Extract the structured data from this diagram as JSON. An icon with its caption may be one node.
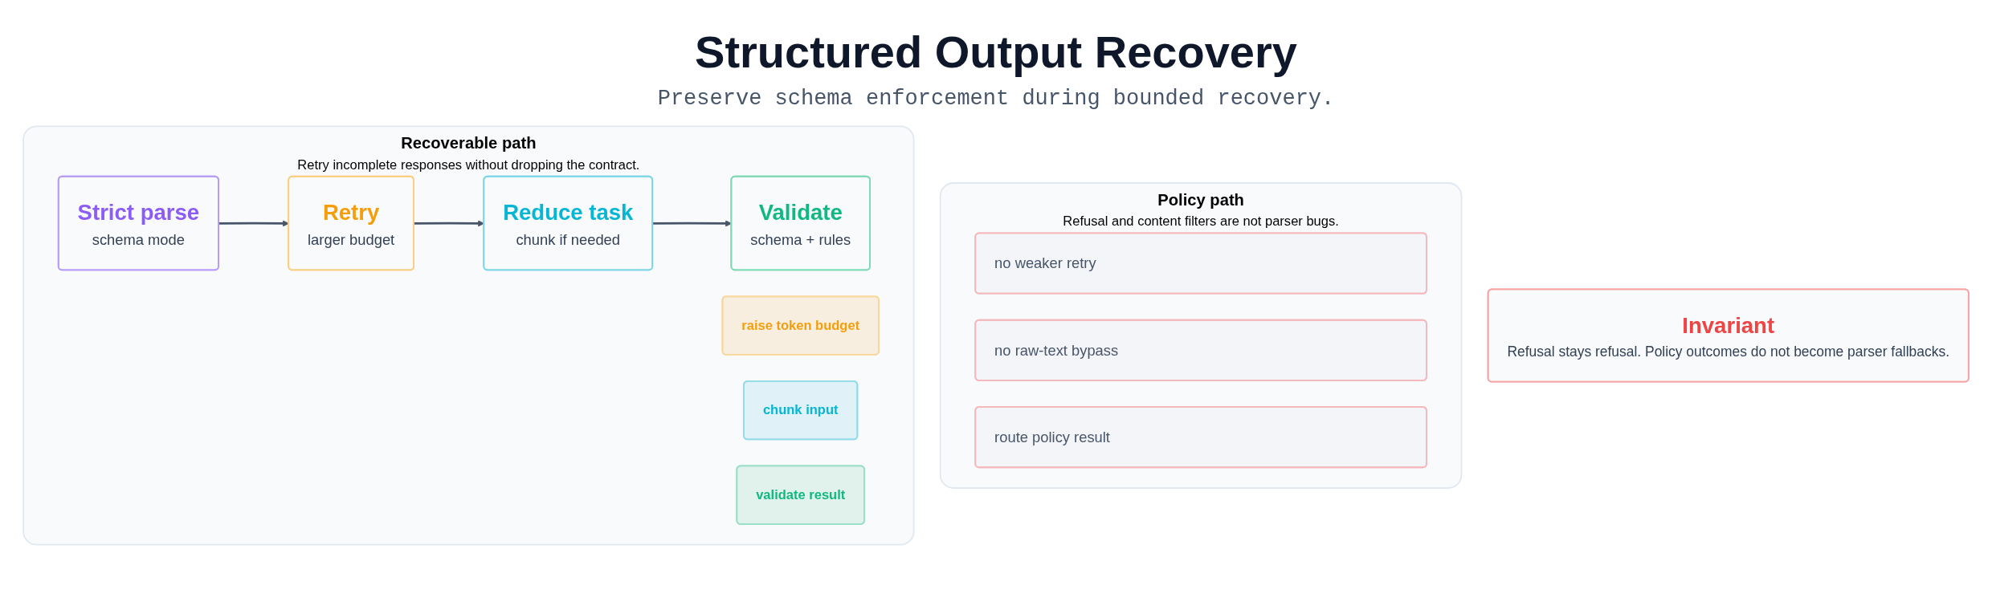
{
  "diagram": {
    "title": "Structured Output Recovery",
    "nodes": [
      {
        "text": [
          "Recoverable path",
          "Retry incomplete responses without dropping the contract."
        ]
      },
      {
        "text": [
          "Strict parse",
          "schema mode"
        ],
        "in": 0
      },
      {
        "text": [
          "Retry",
          "larger budget"
        ],
        "in": 0
      },
      {
        "text": [
          "Reduce task",
          "chunk if needed"
        ],
        "in": 0
      },
      {
        "text": [
          "Validate",
          "schema + rules"
        ],
        "in": 0
      },
      {
        "text": [
          "raise token budget"
        ],
        "in": 0
      },
      {
        "text": [
          "chunk input"
        ],
        "in": 0
      },
      {
        "text": [
          "validate result"
        ],
        "in": 0
      },
      {
        "text": [
          "Policy path",
          "Refusal and content filters are not parser bugs."
        ]
      },
      {
        "text": [
          "no weaker retry"
        ],
        "in": 8
      },
      {
        "text": [
          "no raw-text bypass"
        ],
        "in": 8
      },
      {
        "text": [
          "route policy result"
        ],
        "in": 8
      },
      {
        "text": [
          "Invariant",
          "Refusal stays refusal. Policy outcomes do not become parser fallbacks."
        ]
      }
    ],
    "edges": [
      {
        "from": 1,
        "to": 2,
        "arrow": "to"
      },
      {
        "from": 2,
        "to": 3,
        "arrow": "to"
      },
      {
        "from": 3,
        "to": 4,
        "arrow": "to"
      }
    ],
    "labels": [
      "Preserve schema enforcement during bounded recovery."
    ]
  }
}
